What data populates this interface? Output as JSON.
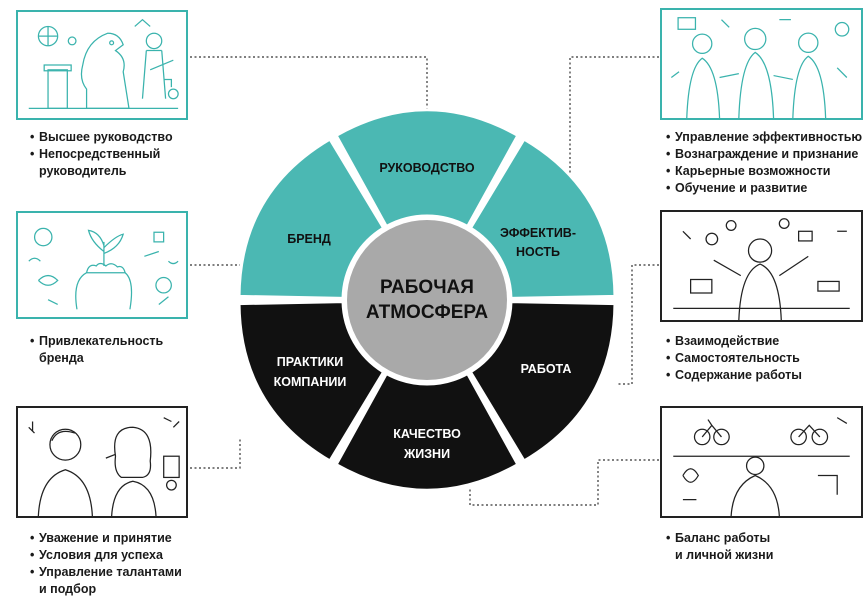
{
  "center": {
    "line1": "РАБОЧАЯ",
    "line2": "АТМОСФЕРА"
  },
  "segments": {
    "leadership": {
      "line1": "РУКОВОДСТВО"
    },
    "effectiveness": {
      "line1": "ЭФФЕКТИВ-",
      "line2": "НОСТЬ"
    },
    "work": {
      "line1": "РАБОТА"
    },
    "quality": {
      "line1": "КАЧЕСТВО",
      "line2": "ЖИЗНИ"
    },
    "practices": {
      "line1": "ПРАКТИКИ",
      "line2": "КОМПАНИИ"
    },
    "brand": {
      "line1": "БРЕНД"
    }
  },
  "colors": {
    "teal": "#4bb8b3",
    "black": "#111111",
    "center": "#a9a9a9",
    "frame_teal": "#3ab3ad"
  },
  "lists": {
    "leadership": [
      "Высшее руководство",
      "Непосредственный",
      "руководитель"
    ],
    "brand": [
      "Привлекательность",
      "бренда"
    ],
    "practices": [
      "Уважение и принятие",
      "Условия для успеха",
      "Управление талантами",
      "и подбор"
    ],
    "effectiveness": [
      "Управление эффективностью",
      "Вознаграждение и признание",
      "Карьерные возможности",
      "Обучение и развитие"
    ],
    "work": [
      "Взаимодействие",
      "Самостоятельность",
      "Содержание работы"
    ],
    "quality": [
      "Баланс работы",
      "и личной жизни"
    ]
  },
  "bullet": "•",
  "icons": {
    "thumb_leadership": "chess-knight-businessman-icon",
    "thumb_brand": "hand-holding-plant-icon",
    "thumb_practices": "two-people-whisper-icon",
    "thumb_effectiveness": "three-people-teamwork-icon",
    "thumb_work": "juggling-businessman-icon",
    "thumb_quality": "cyclists-life-icon"
  }
}
